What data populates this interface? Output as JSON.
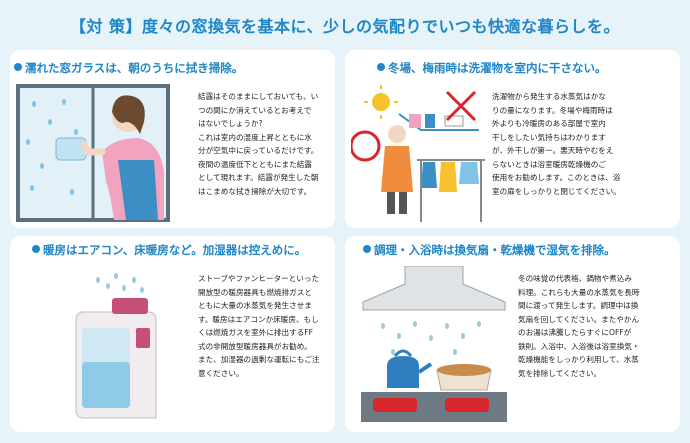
{
  "title": {
    "open_bracket": "【",
    "label": "対 策",
    "close_bracket": "】",
    "text": "度々の窓換気を基本に、少しの気配りでいつも快適な暮らしを。"
  },
  "sections": [
    {
      "heading": "濡れた窓ガラスは、朝のうちに拭き掃除。",
      "lines": [
        "結露はそのままにしておいても、い",
        "つの間にか消えているとお考えで",
        "はないでしょうか?",
        "これは室内の湿度上昇とともに水",
        "分が空気中に戻っているだけです。",
        "夜間の温度低下とともにまた結露",
        "として現れます。結露が発生した朝",
        "はこまめな拭き掃除が大切です。"
      ]
    },
    {
      "heading": "冬場、梅雨時は洗濯物を室内に干さない。",
      "lines": [
        "洗濯物から発生する水蒸気はかな",
        "りの量になります。冬場や梅雨時は",
        "外よりも冷暖房のある部屋で室内",
        "干しをしたい気持ちはわかります",
        "が、外干しが第一。悪天時やむをえ",
        "らないときは浴室暖房乾燥機のご",
        "使用をお勧めします。このときは、浴",
        "室の扉をしっかりと閉じてください。"
      ]
    },
    {
      "heading": "暖房はエアコン、床暖房など。加湿器は控えめに。",
      "lines": [
        "ストーブやファンヒーターといった",
        "開放型の暖房器具も燃焼排ガスと",
        "ともに大量の水蒸気を発生させま",
        "す。暖房はエアコンか床暖房、もし",
        "くは燃焼ガスを室外に排出するFF",
        "式の非開放型暖房器具がお勧め。",
        "また、加湿器の過剰な運転にもご注",
        "意ください。"
      ]
    },
    {
      "heading": "調理・入浴時は換気扇・乾燥機で湿気を排除。",
      "lines": [
        "冬の味覚の代表格、鍋物や煮込み",
        "料理。これらも大量の水蒸気を長時",
        "間に渡って発生します。調理中は換",
        "気扇を回してください。またやかん",
        "のお湯は沸騰したらすぐにOFFが",
        "鉄則。入浴中、入浴後は浴室換気・",
        "乾燥機能をしっかり利用して、水蒸",
        "気を排除してください。"
      ]
    }
  ],
  "colors": {
    "accent": "#1f86c7",
    "background": "#e6f3f8",
    "panel": "#ffffff",
    "cross": "#d9262c"
  },
  "icons": [
    "window-wiping-illustration",
    "indoor-laundry-illustration",
    "humidifier-illustration",
    "kitchen-hood-illustration"
  ]
}
